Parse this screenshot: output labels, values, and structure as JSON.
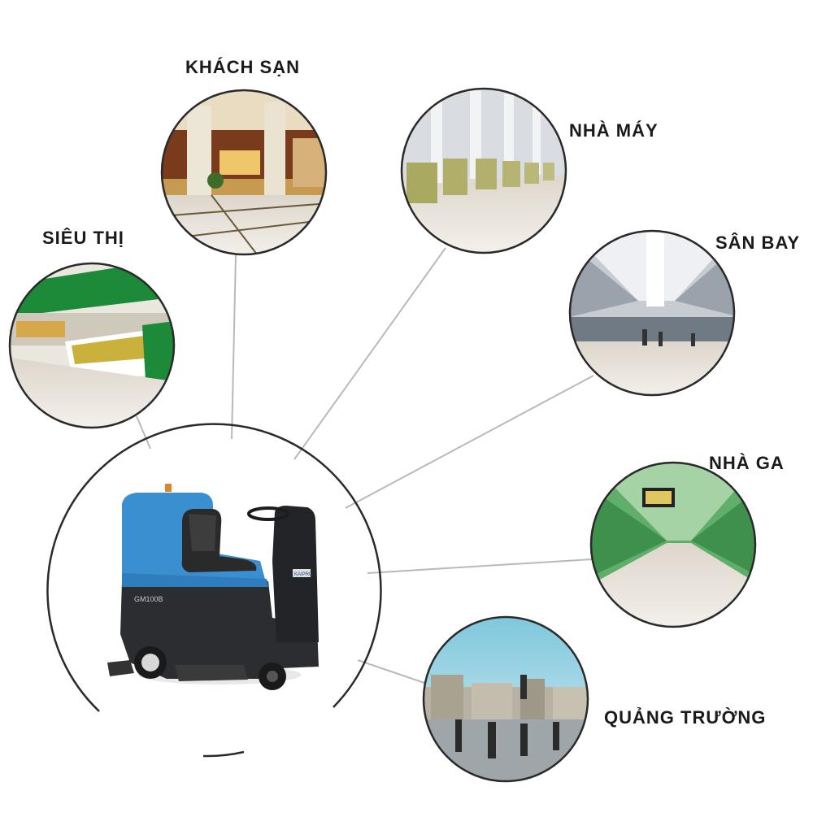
{
  "venues": {
    "hotel": "KHÁCH SẠN",
    "factory": "NHÀ MÁY",
    "supermarket": "SIÊU THỊ",
    "airport": "SÂN BAY",
    "station": "NHÀ GA",
    "square": "QUẢNG TRƯỜNG"
  },
  "machine": {
    "model": "GM100B",
    "brand": "KAIPRO",
    "body_color": "#3a8fd0",
    "base_color": "#2b2d30"
  },
  "colors": {
    "ring": "#2a2a2a",
    "connector": "#b9b9b9",
    "supermarket_green": "#1d8a3a",
    "station_green": "#5fae6a"
  }
}
